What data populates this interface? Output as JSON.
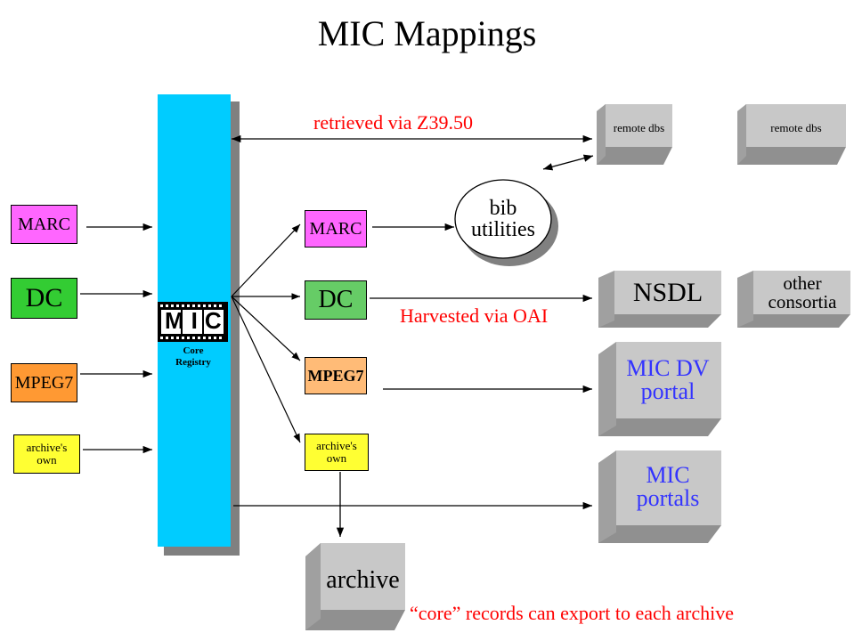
{
  "title": "MIC Mappings",
  "core": {
    "logo": "MIC",
    "label": "Core Registry"
  },
  "inputs": {
    "marc": "MARC",
    "dc": "DC",
    "mpeg7": "MPEG7",
    "archives_own": "archive's own"
  },
  "outputs": {
    "marc": "MARC",
    "dc": "DC",
    "mpeg7": "MPEG7",
    "archives_own": "archive's own"
  },
  "targets": {
    "remote_dbs_1": "remote dbs",
    "remote_dbs_2": "remote dbs",
    "bib_utilities": "bib utilities",
    "nsdl": "NSDL",
    "other_consortia": "other consortia",
    "mic_dv_portal": "MIC DV portal",
    "mic_portals": "MIC portals",
    "archive": "archive"
  },
  "annotations": {
    "z3950": "retrieved via Z39.50",
    "oai": "Harvested via OAI",
    "export": "“core” records can export to each archive"
  },
  "colors": {
    "core": "#00ccff",
    "marc": "#ff66ff",
    "dc": "#33cc33",
    "dc_out": "#66cc66",
    "mpeg7": "#ff9933",
    "mpeg7_out": "#ffbb77",
    "archives_own": "#ffff33",
    "annotation": "#ff0000",
    "portal_text": "#3333ff",
    "server_face": "#c8c8c8"
  }
}
